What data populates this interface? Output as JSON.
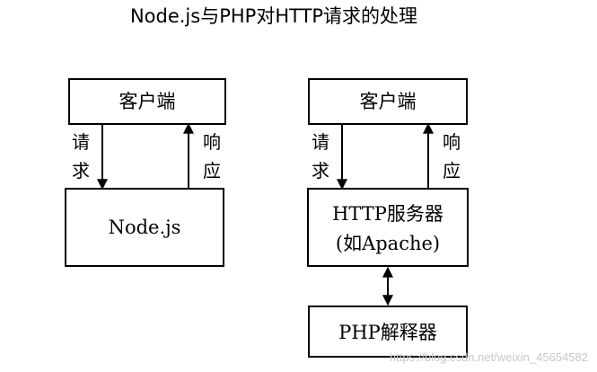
{
  "title": "Node.js与PHP对HTTP请求的处理",
  "left": {
    "client": "客户端",
    "request_chars": [
      "请",
      "求"
    ],
    "response_chars": [
      "响",
      "应"
    ],
    "server": "Node.js"
  },
  "right": {
    "client": "客户端",
    "request_chars": [
      "请",
      "求"
    ],
    "response_chars": [
      "响",
      "应"
    ],
    "http_server_line1": "HTTP服务器",
    "http_server_line2": "(如Apache)",
    "php": "PHP解释器"
  },
  "watermark": "https://blog.csdn.net/weixin_45654582"
}
